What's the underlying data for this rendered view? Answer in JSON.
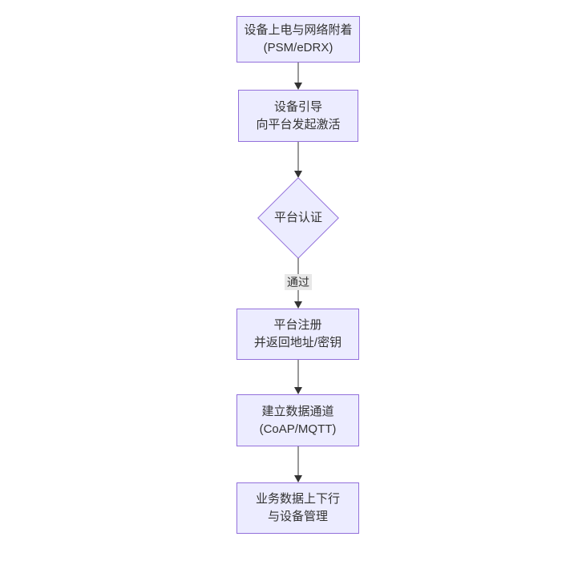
{
  "diagram": {
    "type": "flowchart",
    "direction": "top-down",
    "background_color": "#ffffff",
    "node_fill_color": "#ECECFF",
    "node_border_color": "#9370DB",
    "text_color": "#333333",
    "arrow_color": "#333333",
    "edge_label_background": "#e8e8e8"
  },
  "nodes": [
    {
      "id": "power-attach",
      "shape": "rect",
      "lines": [
        "设备上电与网络附着",
        "(PSM/eDRX)"
      ]
    },
    {
      "id": "bootstrap",
      "shape": "rect",
      "lines": [
        "设备引导",
        "向平台发起激活"
      ]
    },
    {
      "id": "auth",
      "shape": "diamond",
      "lines": [
        "平台认证"
      ]
    },
    {
      "id": "register",
      "shape": "rect",
      "lines": [
        "平台注册",
        "并返回地址/密钥"
      ]
    },
    {
      "id": "data-channel",
      "shape": "rect",
      "lines": [
        "建立数据通道",
        "(CoAP/MQTT)"
      ]
    },
    {
      "id": "business",
      "shape": "rect",
      "lines": [
        "业务数据上下行",
        "与设备管理"
      ]
    }
  ],
  "edges": [
    {
      "from": "power-attach",
      "to": "bootstrap",
      "label": ""
    },
    {
      "from": "bootstrap",
      "to": "auth",
      "label": ""
    },
    {
      "from": "auth",
      "to": "register",
      "label": "通过"
    },
    {
      "from": "register",
      "to": "data-channel",
      "label": ""
    },
    {
      "from": "data-channel",
      "to": "business",
      "label": ""
    }
  ]
}
